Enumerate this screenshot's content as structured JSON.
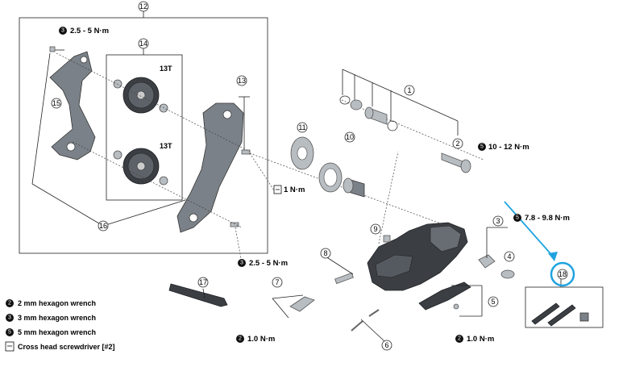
{
  "callouts": [
    "1",
    "2",
    "3",
    "4",
    "5",
    "6",
    "7",
    "8",
    "9",
    "10",
    "11",
    "12",
    "13",
    "14",
    "15",
    "16",
    "17",
    "18"
  ],
  "torques": {
    "t_top": "2.5 - 5 N·m",
    "t_mid": "2.5 - 5 N·m",
    "t_screw": "1 N·m",
    "t_bolt": "10 - 12 N·m",
    "t_b": "7.8 - 9.8 N·m",
    "t_bottom_left": "1.0 N·m",
    "t_bottom_right": "1.0 N·m"
  },
  "torque_tool_numbers": {
    "t_top": "3",
    "t_mid": "3",
    "t_bolt": "5",
    "t_b": "5",
    "t_bottom_left": "2",
    "t_bottom_right": "2"
  },
  "pulley_labels": [
    "13T",
    "13T"
  ],
  "legend": [
    {
      "num": "2",
      "text": "2 mm hexagon wrench"
    },
    {
      "num": "3",
      "text": "3 mm hexagon wrench"
    },
    {
      "num": "5",
      "text": "5 mm hexagon wrench"
    },
    {
      "num": "",
      "text": "Cross head screwdriver [#2]"
    }
  ],
  "colors": {
    "highlight": "#1fa3e0",
    "line": "#222222",
    "part_dark": "#3b3f44",
    "part_metal": "#b8bdc2"
  }
}
